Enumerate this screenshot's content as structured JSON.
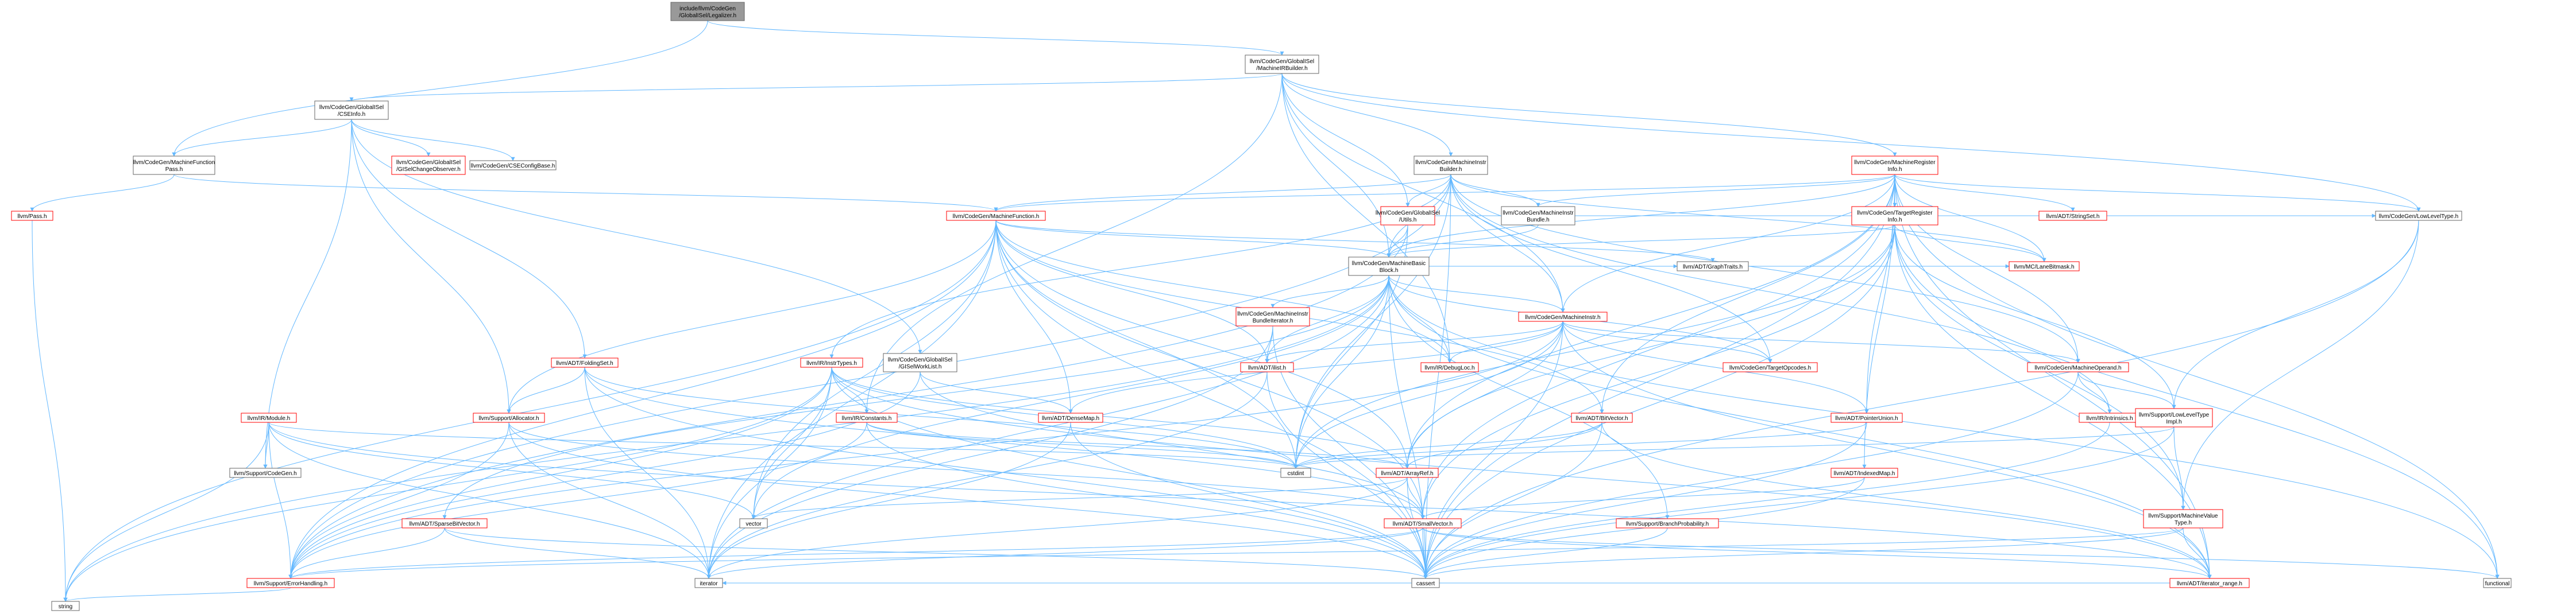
{
  "colors": {
    "edge": "#63b8ff",
    "border_normal": "#666666",
    "border_link": "#ff0000",
    "fill_root": "#999999",
    "fill_node": "#ffffff",
    "text": "#000000"
  },
  "nodes": [
    {
      "id": "root",
      "lines": [
        "include/llvm/CodeGen",
        "/GlobalISel/Legalizer.h"
      ],
      "kind": "root"
    },
    {
      "id": "mirbuilder",
      "lines": [
        "llvm/CodeGen/GlobalISel",
        "/MachineIRBuilder.h"
      ],
      "kind": "normal"
    },
    {
      "id": "cseinfo",
      "lines": [
        "llvm/CodeGen/GlobalISel",
        "/CSEInfo.h"
      ],
      "kind": "normal"
    },
    {
      "id": "mfpass",
      "lines": [
        "llvm/CodeGen/MachineFunction",
        "Pass.h"
      ],
      "kind": "normal"
    },
    {
      "id": "gischg",
      "lines": [
        "llvm/CodeGen/GlobalISel",
        "/GISelChangeObserver.h"
      ],
      "kind": "link"
    },
    {
      "id": "cseconfig",
      "lines": [
        "llvm/CodeGen/CSEConfigBase.h"
      ],
      "kind": "normal"
    },
    {
      "id": "mibuilder",
      "lines": [
        "llvm/CodeGen/MachineInstr",
        "Builder.h"
      ],
      "kind": "normal"
    },
    {
      "id": "mreginfo",
      "lines": [
        "llvm/CodeGen/MachineRegister",
        "Info.h"
      ],
      "kind": "link"
    },
    {
      "id": "pass",
      "lines": [
        "llvm/Pass.h"
      ],
      "kind": "link"
    },
    {
      "id": "mfunction",
      "lines": [
        "llvm/CodeGen/MachineFunction.h"
      ],
      "kind": "link"
    },
    {
      "id": "giselutils",
      "lines": [
        "llvm/CodeGen/GlobalISel",
        "/Utils.h"
      ],
      "kind": "link"
    },
    {
      "id": "mibundle",
      "lines": [
        "llvm/CodeGen/MachineInstr",
        "Bundle.h"
      ],
      "kind": "normal"
    },
    {
      "id": "treginfo",
      "lines": [
        "llvm/CodeGen/TargetRegister",
        "Info.h"
      ],
      "kind": "link"
    },
    {
      "id": "stringset",
      "lines": [
        "llvm/ADT/StringSet.h"
      ],
      "kind": "link"
    },
    {
      "id": "lowlevel",
      "lines": [
        "llvm/CodeGen/LowLevelType.h"
      ],
      "kind": "normal"
    },
    {
      "id": "mbb",
      "lines": [
        "llvm/CodeGen/MachineBasic",
        "Block.h"
      ],
      "kind": "normal"
    },
    {
      "id": "graphtraits",
      "lines": [
        "llvm/ADT/GraphTraits.h"
      ],
      "kind": "normal"
    },
    {
      "id": "lanebitmask",
      "lines": [
        "llvm/MC/LaneBitmask.h"
      ],
      "kind": "link"
    },
    {
      "id": "mibundleiter",
      "lines": [
        "llvm/CodeGen/MachineInstr",
        "BundleIterator.h"
      ],
      "kind": "link"
    },
    {
      "id": "minstr",
      "lines": [
        "llvm/CodeGen/MachineInstr.h"
      ],
      "kind": "link"
    },
    {
      "id": "foldingset",
      "lines": [
        "llvm/ADT/FoldingSet.h"
      ],
      "kind": "link"
    },
    {
      "id": "instrtypes",
      "lines": [
        "llvm/IR/InstrTypes.h"
      ],
      "kind": "link"
    },
    {
      "id": "worklist",
      "lines": [
        "llvm/CodeGen/GlobalISel",
        "/GISelWorkList.h"
      ],
      "kind": "normal"
    },
    {
      "id": "ilist",
      "lines": [
        "llvm/ADT/ilist.h"
      ],
      "kind": "link"
    },
    {
      "id": "debugloc",
      "lines": [
        "llvm/IR/DebugLoc.h"
      ],
      "kind": "link"
    },
    {
      "id": "targetopcodes",
      "lines": [
        "llvm/CodeGen/TargetOpcodes.h"
      ],
      "kind": "link"
    },
    {
      "id": "moperand",
      "lines": [
        "llvm/CodeGen/MachineOperand.h"
      ],
      "kind": "link"
    },
    {
      "id": "module",
      "lines": [
        "llvm/IR/Module.h"
      ],
      "kind": "link"
    },
    {
      "id": "allocator",
      "lines": [
        "llvm/Support/Allocator.h"
      ],
      "kind": "link"
    },
    {
      "id": "constants",
      "lines": [
        "llvm/IR/Constants.h"
      ],
      "kind": "link"
    },
    {
      "id": "densemap",
      "lines": [
        "llvm/ADT/DenseMap.h"
      ],
      "kind": "link"
    },
    {
      "id": "bitvector",
      "lines": [
        "llvm/ADT/BitVector.h"
      ],
      "kind": "link"
    },
    {
      "id": "ptrunion",
      "lines": [
        "llvm/ADT/PointerUnion.h"
      ],
      "kind": "link"
    },
    {
      "id": "intrinsics",
      "lines": [
        "llvm/IR/Intrinsics.h"
      ],
      "kind": "link"
    },
    {
      "id": "lltimpl",
      "lines": [
        "llvm/Support/LowLevelType",
        "Impl.h"
      ],
      "kind": "link"
    },
    {
      "id": "supcodegen",
      "lines": [
        "llvm/Support/CodeGen.h"
      ],
      "kind": "normal"
    },
    {
      "id": "cstdint",
      "lines": [
        "cstdint"
      ],
      "kind": "normal"
    },
    {
      "id": "arrayref",
      "lines": [
        "llvm/ADT/ArrayRef.h"
      ],
      "kind": "link"
    },
    {
      "id": "indexedmap",
      "lines": [
        "llvm/ADT/IndexedMap.h"
      ],
      "kind": "link"
    },
    {
      "id": "vector",
      "lines": [
        "vector"
      ],
      "kind": "normal"
    },
    {
      "id": "sparsebv",
      "lines": [
        "llvm/ADT/SparseBitVector.h"
      ],
      "kind": "link"
    },
    {
      "id": "smallvector",
      "lines": [
        "llvm/ADT/SmallVector.h"
      ],
      "kind": "link"
    },
    {
      "id": "branchprob",
      "lines": [
        "llvm/Support/BranchProbability.h"
      ],
      "kind": "link"
    },
    {
      "id": "mvt",
      "lines": [
        "llvm/Support/MachineValue",
        "Type.h"
      ],
      "kind": "link"
    },
    {
      "id": "errhandling",
      "lines": [
        "llvm/Support/ErrorHandling.h"
      ],
      "kind": "link"
    },
    {
      "id": "iterator",
      "lines": [
        "iterator"
      ],
      "kind": "normal"
    },
    {
      "id": "cassert",
      "lines": [
        "cassert"
      ],
      "kind": "normal"
    },
    {
      "id": "functional",
      "lines": [
        "functional"
      ],
      "kind": "normal"
    },
    {
      "id": "iterrange",
      "lines": [
        "llvm/ADT/iterator_range.h"
      ],
      "kind": "link"
    },
    {
      "id": "string",
      "lines": [
        "string"
      ],
      "kind": "normal"
    }
  ],
  "edges": [
    [
      "root",
      "mirbuilder"
    ],
    [
      "root",
      "mfpass"
    ],
    [
      "mirbuilder",
      "cseinfo"
    ],
    [
      "mirbuilder",
      "mibuilder"
    ],
    [
      "mirbuilder",
      "mreginfo"
    ],
    [
      "mirbuilder",
      "lowlevel"
    ],
    [
      "mirbuilder",
      "mbb"
    ],
    [
      "mirbuilder",
      "minstr"
    ],
    [
      "mirbuilder",
      "debugloc"
    ],
    [
      "mirbuilder",
      "constants"
    ],
    [
      "mirbuilder",
      "giselutils"
    ],
    [
      "cseinfo",
      "mfpass"
    ],
    [
      "cseinfo",
      "gischg"
    ],
    [
      "cseinfo",
      "cseconfig"
    ],
    [
      "cseinfo",
      "worklist"
    ],
    [
      "cseinfo",
      "foldingset"
    ],
    [
      "cseinfo",
      "allocator"
    ],
    [
      "cseinfo",
      "supcodegen"
    ],
    [
      "mfpass",
      "pass"
    ],
    [
      "mfpass",
      "mfunction"
    ],
    [
      "pass",
      "string"
    ],
    [
      "mibuilder",
      "mfunction"
    ],
    [
      "mibuilder",
      "giselutils"
    ],
    [
      "mibuilder",
      "mibundle"
    ],
    [
      "mibuilder",
      "mbb"
    ],
    [
      "mibuilder",
      "minstr"
    ],
    [
      "mibuilder",
      "moperand"
    ],
    [
      "mibuilder",
      "targetopcodes"
    ],
    [
      "mibuilder",
      "instrtypes"
    ],
    [
      "mibuilder",
      "intrinsics"
    ],
    [
      "mibuilder",
      "cstdint"
    ],
    [
      "mibuilder",
      "errhandling"
    ],
    [
      "mibuilder",
      "cassert"
    ],
    [
      "mibuilder",
      "lanebitmask"
    ],
    [
      "mreginfo",
      "treginfo"
    ],
    [
      "mreginfo",
      "stringset"
    ],
    [
      "mreginfo",
      "lowlevel"
    ],
    [
      "mreginfo",
      "mbb"
    ],
    [
      "mreginfo",
      "minstr"
    ],
    [
      "mreginfo",
      "moperand"
    ],
    [
      "mreginfo",
      "lanebitmask"
    ],
    [
      "mreginfo",
      "mfunction"
    ],
    [
      "mreginfo",
      "bitvector"
    ],
    [
      "mreginfo",
      "indexedmap"
    ],
    [
      "mreginfo",
      "ptrunion"
    ],
    [
      "mreginfo",
      "arrayref"
    ],
    [
      "mreginfo",
      "smallvector"
    ],
    [
      "mreginfo",
      "iterrange"
    ],
    [
      "mreginfo",
      "cassert"
    ],
    [
      "mreginfo",
      "mibundle"
    ],
    [
      "mreginfo",
      "functional"
    ],
    [
      "treginfo",
      "lanebitmask"
    ],
    [
      "treginfo",
      "mbb"
    ],
    [
      "treginfo",
      "mvt"
    ],
    [
      "treginfo",
      "cstdint"
    ],
    [
      "treginfo",
      "cassert"
    ],
    [
      "treginfo",
      "arrayref"
    ],
    [
      "treginfo",
      "smallvector"
    ],
    [
      "treginfo",
      "iterrange"
    ],
    [
      "treginfo",
      "functional"
    ],
    [
      "treginfo",
      "lltimpl"
    ],
    [
      "lowlevel",
      "lltimpl"
    ],
    [
      "lowlevel",
      "cassert"
    ],
    [
      "lowlevel",
      "mvt"
    ],
    [
      "mfunction",
      "mbb"
    ],
    [
      "mfunction",
      "ilist"
    ],
    [
      "mfunction",
      "densemap"
    ],
    [
      "mfunction",
      "graphtraits"
    ],
    [
      "mfunction",
      "allocator"
    ],
    [
      "mfunction",
      "arrayref"
    ],
    [
      "mfunction",
      "bitvector"
    ],
    [
      "mfunction",
      "smallvector"
    ],
    [
      "mfunction",
      "errhandling"
    ],
    [
      "mfunction",
      "cassert"
    ],
    [
      "mfunction",
      "cstdint"
    ],
    [
      "mfunction",
      "vector"
    ],
    [
      "mfunction",
      "iterator"
    ],
    [
      "mfunction",
      "string"
    ],
    [
      "mfunction",
      "debugloc"
    ],
    [
      "giselutils",
      "mbb"
    ],
    [
      "giselutils",
      "lowlevel"
    ],
    [
      "giselutils",
      "cstdint"
    ],
    [
      "giselutils",
      "errhandling"
    ],
    [
      "mibundle",
      "mbb"
    ],
    [
      "mbb",
      "graphtraits"
    ],
    [
      "mbb",
      "lanebitmask"
    ],
    [
      "mbb",
      "mibundleiter"
    ],
    [
      "mbb",
      "minstr"
    ],
    [
      "mbb",
      "ilist"
    ],
    [
      "mbb",
      "debugloc"
    ],
    [
      "mbb",
      "sparsebv"
    ],
    [
      "mbb",
      "branchprob"
    ],
    [
      "mbb",
      "iterrange"
    ],
    [
      "mbb",
      "cassert"
    ],
    [
      "mbb",
      "functional"
    ],
    [
      "mbb",
      "iterator"
    ],
    [
      "mbb",
      "string"
    ],
    [
      "mbb",
      "vector"
    ],
    [
      "mbb",
      "cstdint"
    ],
    [
      "mbb",
      "targetopcodes"
    ],
    [
      "mibundleiter",
      "ilist"
    ],
    [
      "mibundleiter",
      "cassert"
    ],
    [
      "mibundleiter",
      "iterator"
    ],
    [
      "minstr",
      "densemap"
    ],
    [
      "minstr",
      "ilist"
    ],
    [
      "minstr",
      "debugloc"
    ],
    [
      "minstr",
      "moperand"
    ],
    [
      "minstr",
      "targetopcodes"
    ],
    [
      "minstr",
      "arrayref"
    ],
    [
      "minstr",
      "ptrunion"
    ],
    [
      "minstr",
      "cassert"
    ],
    [
      "minstr",
      "cstdint"
    ],
    [
      "minstr",
      "iterrange"
    ],
    [
      "minstr",
      "errhandling"
    ],
    [
      "foldingset",
      "allocator"
    ],
    [
      "foldingset",
      "smallvector"
    ],
    [
      "foldingset",
      "iterator"
    ],
    [
      "foldingset",
      "cstdint"
    ],
    [
      "foldingset",
      "cassert"
    ],
    [
      "instrtypes",
      "constants"
    ],
    [
      "instrtypes",
      "arrayref"
    ],
    [
      "instrtypes",
      "errhandling"
    ],
    [
      "instrtypes",
      "cstdint"
    ],
    [
      "instrtypes",
      "iterator"
    ],
    [
      "instrtypes",
      "string"
    ],
    [
      "instrtypes",
      "vector"
    ],
    [
      "instrtypes",
      "cassert"
    ],
    [
      "instrtypes",
      "iterrange"
    ],
    [
      "worklist",
      "densemap"
    ],
    [
      "worklist",
      "smallvector"
    ],
    [
      "worklist",
      "errhandling"
    ],
    [
      "ilist",
      "cassert"
    ],
    [
      "ilist",
      "iterator"
    ],
    [
      "moperand",
      "intrinsics"
    ],
    [
      "moperand",
      "lltimpl"
    ],
    [
      "moperand",
      "cassert"
    ],
    [
      "module",
      "supcodegen"
    ],
    [
      "module",
      "string"
    ],
    [
      "module",
      "vector"
    ],
    [
      "module",
      "iterator"
    ],
    [
      "module",
      "cstdint"
    ],
    [
      "module",
      "errhandling"
    ],
    [
      "module",
      "iterrange"
    ],
    [
      "allocator",
      "errhandling"
    ],
    [
      "allocator",
      "cassert"
    ],
    [
      "allocator",
      "iterator"
    ],
    [
      "allocator",
      "smallvector"
    ],
    [
      "constants",
      "arrayref"
    ],
    [
      "constants",
      "cstdint"
    ],
    [
      "constants",
      "cassert"
    ],
    [
      "constants",
      "errhandling"
    ],
    [
      "densemap",
      "cassert"
    ],
    [
      "densemap",
      "iterator"
    ],
    [
      "bitvector",
      "arrayref"
    ],
    [
      "bitvector",
      "iterrange"
    ],
    [
      "bitvector",
      "cassert"
    ],
    [
      "bitvector",
      "cstdint"
    ],
    [
      "ptrunion",
      "cstdint"
    ],
    [
      "ptrunion",
      "cassert"
    ],
    [
      "intrinsics",
      "cassert"
    ],
    [
      "lltimpl",
      "mvt"
    ],
    [
      "lltimpl",
      "cassert"
    ],
    [
      "lltimpl",
      "cstdint"
    ],
    [
      "arrayref",
      "smallvector"
    ],
    [
      "arrayref",
      "cassert"
    ],
    [
      "arrayref",
      "iterator"
    ],
    [
      "arrayref",
      "vector"
    ],
    [
      "indexedmap",
      "smallvector"
    ],
    [
      "indexedmap",
      "cassert"
    ],
    [
      "sparsebv",
      "errhandling"
    ],
    [
      "sparsebv",
      "cassert"
    ],
    [
      "sparsebv",
      "iterator"
    ],
    [
      "smallvector",
      "cassert"
    ],
    [
      "smallvector",
      "iterator"
    ],
    [
      "smallvector",
      "functional"
    ],
    [
      "smallvector",
      "errhandling"
    ],
    [
      "smallvector",
      "iterrange"
    ],
    [
      "branchprob",
      "cassert"
    ],
    [
      "mvt",
      "iterrange"
    ],
    [
      "mvt",
      "errhandling"
    ],
    [
      "mvt",
      "cassert"
    ],
    [
      "errhandling",
      "string"
    ],
    [
      "iterrange",
      "iterator"
    ]
  ]
}
